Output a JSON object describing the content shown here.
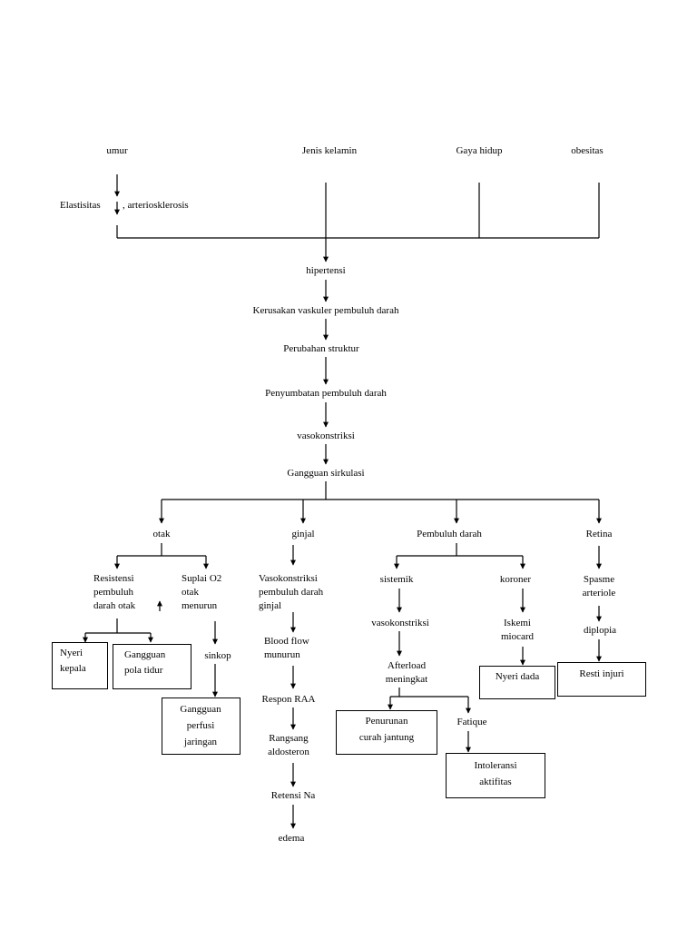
{
  "top": {
    "umur": "umur",
    "jenis_kelamin": "Jenis kelamin",
    "gaya_hidup": "Gaya hidup",
    "obesitas": "obesitas",
    "elastisitas": "Elastisitas",
    "arteriosklerosis": ", arteriosklerosis"
  },
  "chain": {
    "hipertensi": "hipertensi",
    "kerusakan": "Kerusakan vaskuler pembuluh darah",
    "perubahan": "Perubahan struktur",
    "penyumbatan": "Penyumbatan pembuluh darah",
    "vasokonstriksi": "vasokonstriksi",
    "gangguan_sirkulasi": "Gangguan sirkulasi"
  },
  "otak": {
    "label": "otak",
    "resistensi": [
      "Resistensi",
      "pembuluh",
      "darah otak"
    ],
    "suplai": [
      "Suplai O2",
      "otak",
      "menurun"
    ],
    "nyeri_kepala": [
      "Nyeri",
      "kepala"
    ],
    "gangguan_pola_tidur": [
      "Gangguan",
      "pola tidur"
    ],
    "sinkop": "sinkop",
    "gangguan_perfusi": [
      "Gangguan",
      "perfusi",
      "jaringan"
    ]
  },
  "ginjal": {
    "label": "ginjal",
    "vasokonstriksi": [
      "Vasokonstriksi",
      "pembuluh darah",
      "ginjal"
    ],
    "blood_flow": [
      "Blood flow",
      "munurun"
    ],
    "respon_raa": "Respon RAA",
    "rangsang": [
      "Rangsang",
      "aldosteron"
    ],
    "retensi": "Retensi Na",
    "edema": "edema"
  },
  "pembuluh": {
    "label": "Pembuluh darah",
    "sistemik": "sistemik",
    "koroner": "koroner",
    "vasokonstriksi": "vasokonstriksi",
    "afterload": [
      "Afterload",
      "meningkat"
    ],
    "iskemi": [
      "Iskemi",
      "miocard"
    ],
    "nyeri_dada": "Nyeri dada",
    "penurunan": [
      "Penurunan",
      "curah jantung"
    ],
    "fatique": "Fatique",
    "intoleransi": [
      "Intoleransi",
      "aktifitas"
    ]
  },
  "retina": {
    "label": "Retina",
    "spasme": [
      "Spasme",
      "arteriole"
    ],
    "diplopia": "diplopia",
    "resti_injuri": "Resti injuri"
  },
  "icons": {
    "arrow_down": "arrow-down-icon",
    "arrow_up": "arrow-up-icon"
  },
  "colors": {
    "line": "#000000",
    "background": "#ffffff"
  }
}
